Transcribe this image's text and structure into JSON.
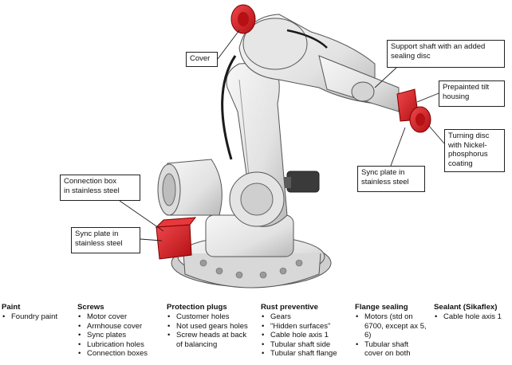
{
  "callouts": {
    "cover": [
      "Cover"
    ],
    "support_shaft": [
      "Support shaft with an added",
      "sealing disc"
    ],
    "tilt_housing": [
      "Prepainted tilt",
      "housing"
    ],
    "turning_disc": [
      "Turning disc",
      "with Nickel-",
      "phosphorus",
      "coating"
    ],
    "sync_plate_upper": [
      "Sync plate in",
      "stainless steel"
    ],
    "connection_box": [
      "Connection box",
      "in stainless steel"
    ],
    "sync_plate_lower": [
      "Sync plate in",
      "stainless steel"
    ]
  },
  "categories": [
    {
      "title": "Paint",
      "items": [
        "Foundry paint"
      ]
    },
    {
      "title": "Screws",
      "items": [
        "Motor cover",
        "Armhouse cover",
        "Sync plates",
        "Lubrication holes",
        "Connection boxes"
      ]
    },
    {
      "title": "Protection plugs",
      "items": [
        "Customer holes",
        "Not used gears holes",
        "Screw heads at back of balancing"
      ]
    },
    {
      "title": "Rust preventive",
      "items": [
        "Gears",
        "\"Hidden surfaces\"",
        "Cable hole axis 1",
        "Tubular shaft side",
        "Tubular shaft flange"
      ]
    },
    {
      "title": "Flange sealing",
      "items": [
        "Motors (std on 6700, except ax 5, 6)",
        "Tubular shaft cover on both"
      ]
    },
    {
      "title": "Sealant (Sikaflex)",
      "items": [
        "Cable hole axis 1"
      ]
    }
  ],
  "colors": {
    "accent_red": "#d8161b",
    "body_light": "#ececec",
    "body_mid": "#c9c9c9",
    "outline": "#444444",
    "cable": "#1a1a1a"
  }
}
